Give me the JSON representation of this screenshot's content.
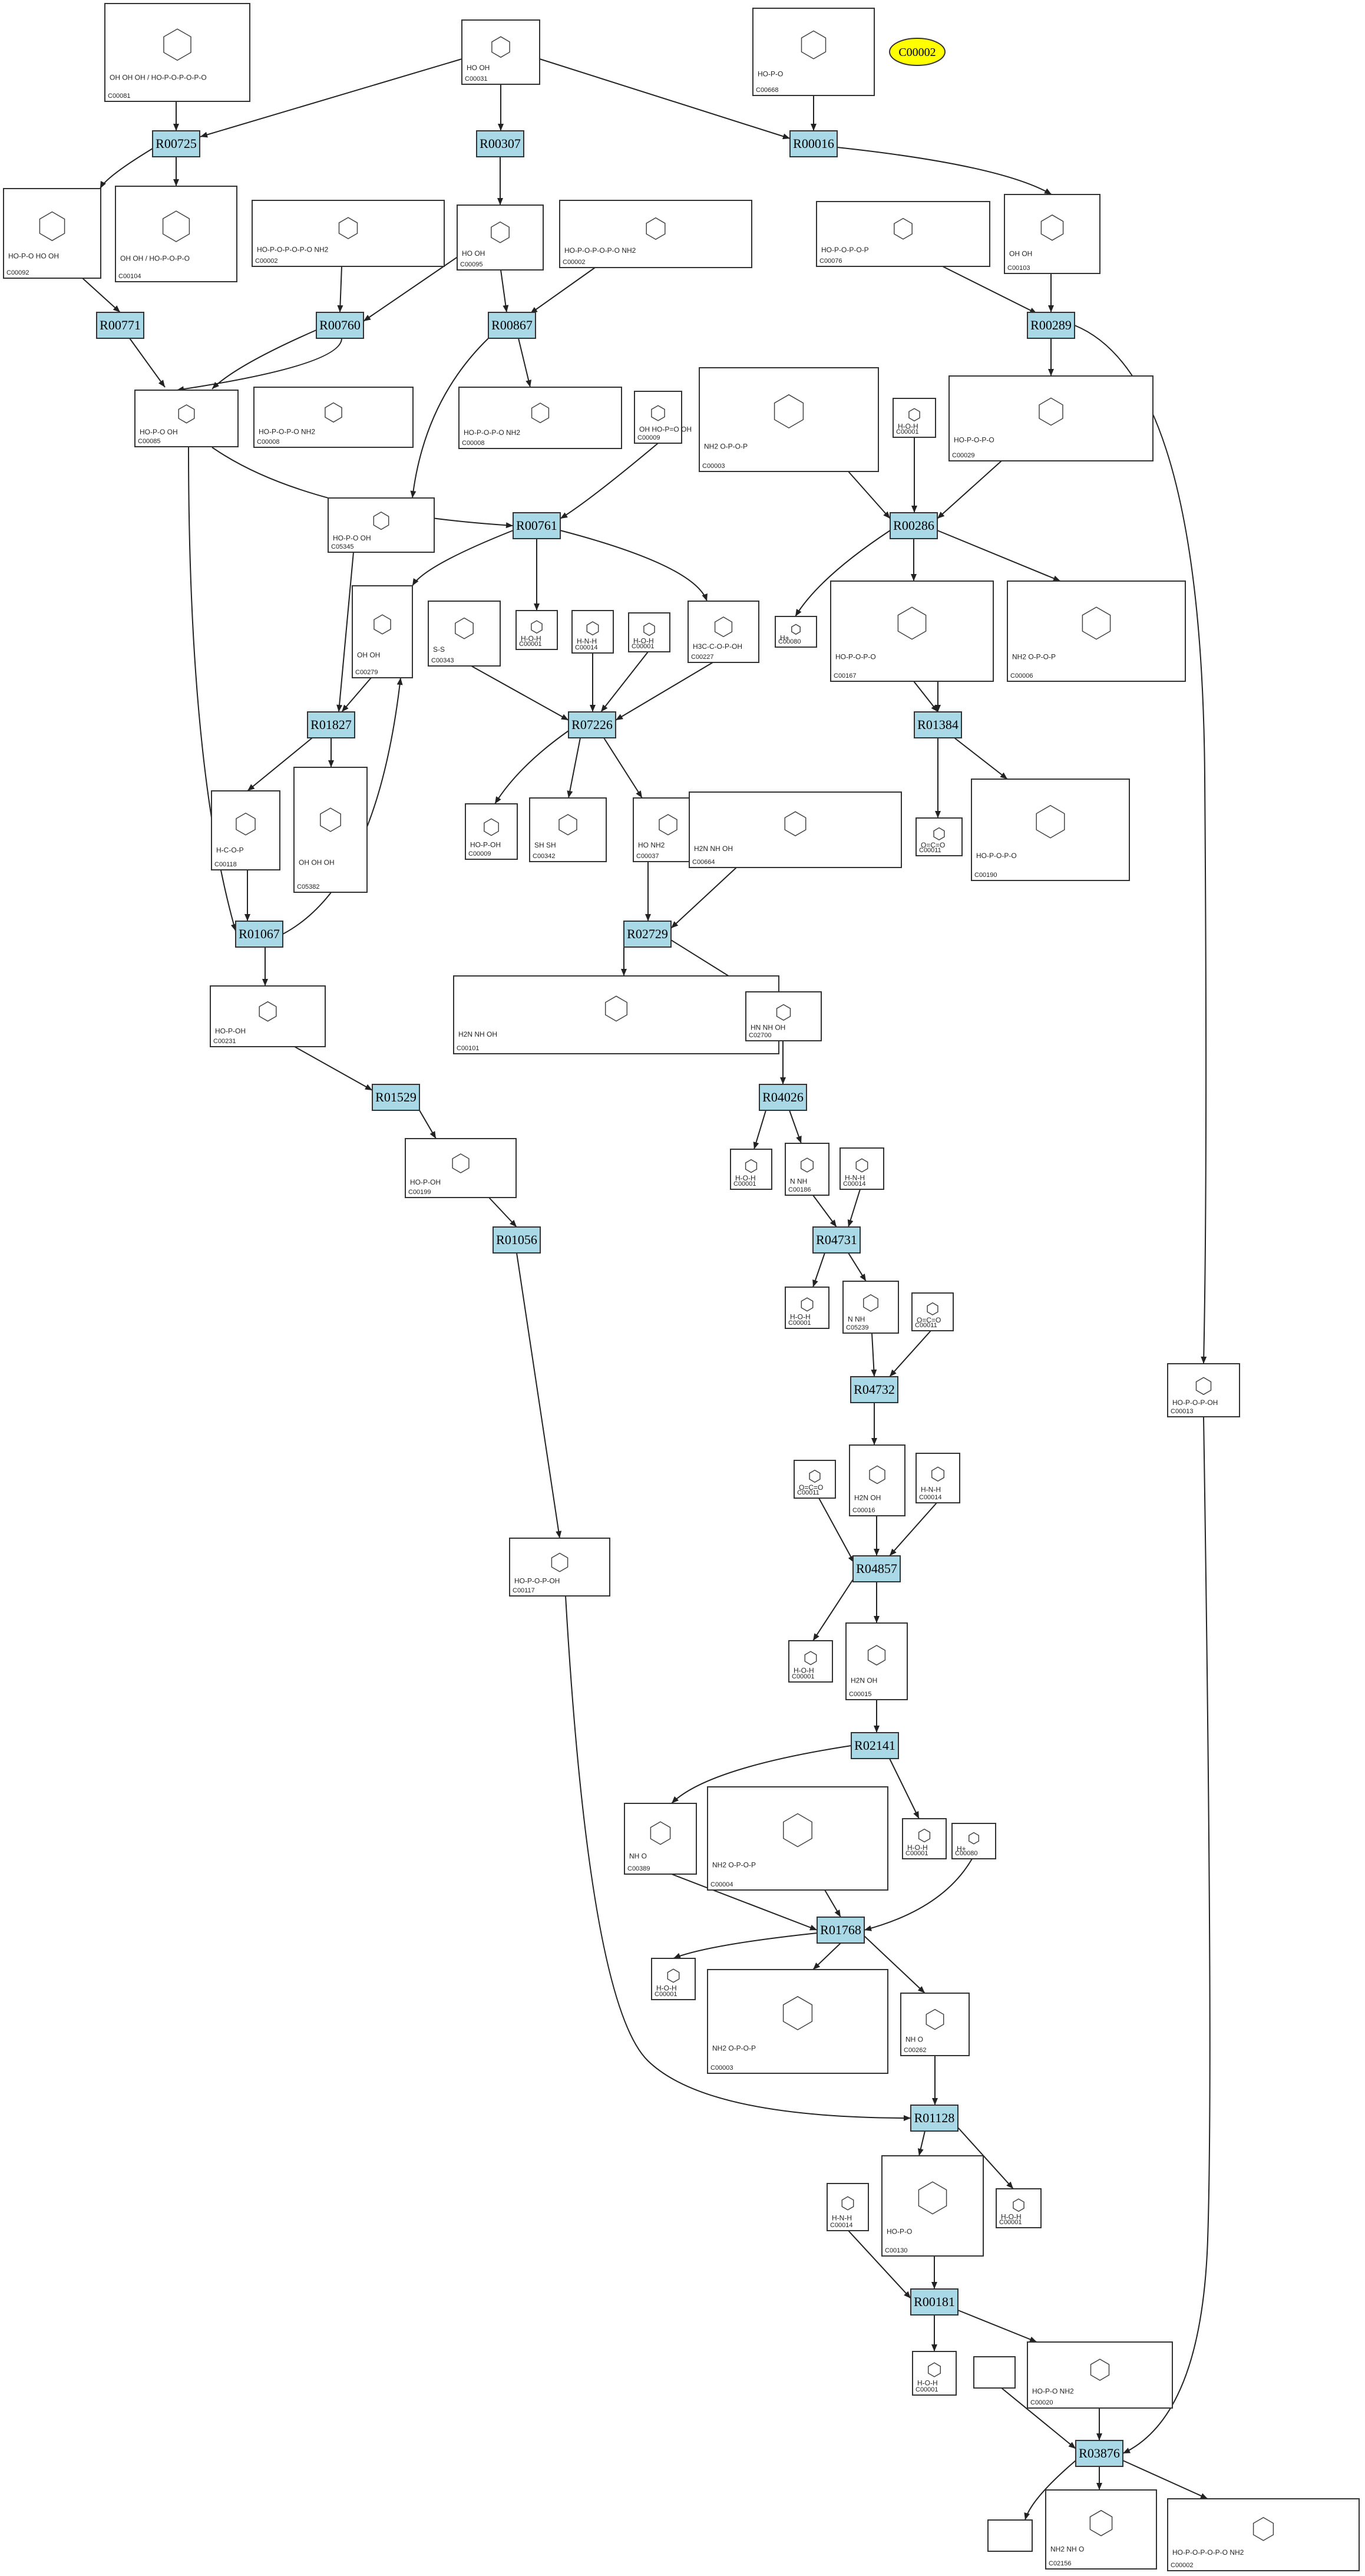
{
  "highlight": {
    "label": "C00002",
    "color": "#ffff00"
  },
  "colors": {
    "reaction": "#a9d8e6",
    "compound": "#ffffff",
    "edge": "#222222"
  },
  "reactions": [
    "R00725",
    "R00307",
    "R00016",
    "R00771",
    "R00760",
    "R00867",
    "R00289",
    "R00761",
    "R00286",
    "R01827",
    "R07226",
    "R01384",
    "R01067",
    "R02729",
    "R01529",
    "R04026",
    "R01056",
    "R04731",
    "R04732",
    "R04857",
    "R02141",
    "R01768",
    "R01128",
    "R00181",
    "R03876"
  ],
  "compounds": {
    "n1": {
      "id": "C00081",
      "text": "OH OH OH / HO-P-O-P-O-P-O"
    },
    "n2": {
      "id": "C00031",
      "text": "HO OH"
    },
    "n3": {
      "id": "C00668",
      "text": "HO-P-O"
    },
    "n4": {
      "id": "C00092",
      "text": "HO-P-O HO OH"
    },
    "n5": {
      "id": "C00104",
      "text": "OH OH / HO-P-O-P-O"
    },
    "n6": {
      "id": "C00002",
      "text": "HO-P-O-P-O-P-O NH2"
    },
    "n7": {
      "id": "C00095",
      "text": "HO OH"
    },
    "n8": {
      "id": "C00002",
      "text": "HO-P-O-P-O-P-O NH2"
    },
    "n9": {
      "id": "C00076",
      "text": "HO-P-O-P-O-P"
    },
    "n10": {
      "id": "C00103",
      "text": "OH OH"
    },
    "n11": {
      "id": "C00085",
      "text": "HO-P-O OH"
    },
    "n12": {
      "id": "C00008",
      "text": "HO-P-O-P-O NH2"
    },
    "n13": {
      "id": "C00008",
      "text": "HO-P-O-P-O NH2"
    },
    "n14": {
      "id": "C00009",
      "text": "OH HO-P=O OH"
    },
    "n15": {
      "id": "C00003",
      "text": "NH2 O-P-O-P"
    },
    "n16": {
      "id": "C00001",
      "text": "H-O-H"
    },
    "n17": {
      "id": "C00029",
      "text": "HO-P-O-P-O"
    },
    "n18": {
      "id": "C05345",
      "text": "HO-P-O OH"
    },
    "n19": {
      "id": "C00279",
      "text": "OH OH"
    },
    "n20": {
      "id": "C00343",
      "text": "S-S"
    },
    "n21": {
      "id": "C00001",
      "text": "H-O-H"
    },
    "n22": {
      "id": "C00014",
      "text": "H-N-H"
    },
    "n23": {
      "id": "C00001",
      "text": "H-O-H"
    },
    "n24": {
      "id": "C00227",
      "text": "H3C-C-O-P-OH"
    },
    "n25": {
      "id": "C00080",
      "text": "H+"
    },
    "n26": {
      "id": "C00167",
      "text": "HO-P-O-P-O"
    },
    "n27": {
      "id": "C00006",
      "text": "NH2 O-P-O-P"
    },
    "n28": {
      "id": "C05382",
      "text": "OH OH OH"
    },
    "n29": {
      "id": "C00118",
      "text": "H-C-O-P"
    },
    "n30": {
      "id": "C00009",
      "text": "HO-P-OH"
    },
    "n31": {
      "id": "C00342",
      "text": "SH SH"
    },
    "n32": {
      "id": "C00037",
      "text": "HO NH2"
    },
    "n33": {
      "id": "C00664",
      "text": "H2N NH OH"
    },
    "n34": {
      "id": "C00011",
      "text": "O=C=O"
    },
    "n35": {
      "id": "C00190",
      "text": "HO-P-O-P-O"
    },
    "n36": {
      "id": "C00231",
      "text": "HO-P-OH"
    },
    "n37": {
      "id": "C00101",
      "text": "H2N NH OH"
    },
    "n38": {
      "id": "C02700",
      "text": "HN NH OH"
    },
    "n39": {
      "id": "C00199",
      "text": "HO-P-OH"
    },
    "n40": {
      "id": "C00001",
      "text": "H-O-H"
    },
    "n41": {
      "id": "C00186",
      "text": "N NH"
    },
    "n42": {
      "id": "C00014",
      "text": "H-N-H"
    },
    "n43": {
      "id": "C00001",
      "text": "H-O-H"
    },
    "n44": {
      "id": "C05239",
      "text": "N NH"
    },
    "n45": {
      "id": "C00011",
      "text": "O=C=O"
    },
    "n46": {
      "id": "C00013",
      "text": "HO-P-O-P-OH"
    },
    "n47": {
      "id": "C00011",
      "text": "O=C=O"
    },
    "n48": {
      "id": "C00016",
      "text": "H2N OH"
    },
    "n49": {
      "id": "C00014",
      "text": "H-N-H"
    },
    "n50": {
      "id": "C00117",
      "text": "HO-P-O-P-OH"
    },
    "n51": {
      "id": "C00001",
      "text": "H-O-H"
    },
    "n52": {
      "id": "C00015",
      "text": "H2N OH"
    },
    "n53": {
      "id": "C00389",
      "text": "NH O"
    },
    "n54": {
      "id": "C00004",
      "text": "NH2 O-P-O-P"
    },
    "n55": {
      "id": "C00001",
      "text": "H-O-H"
    },
    "n56": {
      "id": "C00080",
      "text": "H+"
    },
    "n57": {
      "id": "C00001",
      "text": "H-O-H"
    },
    "n58": {
      "id": "C00003",
      "text": "NH2 O-P-O-P"
    },
    "n59": {
      "id": "C00262",
      "text": "NH O"
    },
    "n60": {
      "id": "C00130",
      "text": "HO-P-O"
    },
    "n61": {
      "id": "C00001",
      "text": "H-O-H"
    },
    "n62": {
      "id": "C00014",
      "text": "H-N-H"
    },
    "n63": {
      "id": "C00001",
      "text": "H-O-H"
    },
    "n64": {
      "id": "",
      "text": ""
    },
    "n65": {
      "id": "C00020",
      "text": "HO-P-O NH2"
    },
    "n66": {
      "id": "",
      "text": ""
    },
    "n67": {
      "id": "C02156",
      "text": "NH2 NH O"
    },
    "n68": {
      "id": "C00002",
      "text": "HO-P-O-P-O-P-O NH2"
    }
  }
}
